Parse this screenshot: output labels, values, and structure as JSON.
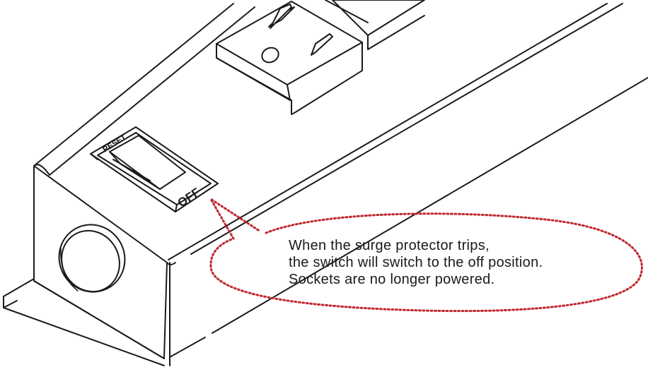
{
  "switch": {
    "top_label": "RESET",
    "bottom_label": "OFF"
  },
  "callout": {
    "lines": [
      "When the surge protector trips,",
      "the switch will switch to the off position.",
      "Sockets are no longer powered."
    ],
    "border_color": "#c0282d"
  },
  "colors": {
    "line": "#1a1a1a",
    "background": "#ffffff"
  }
}
